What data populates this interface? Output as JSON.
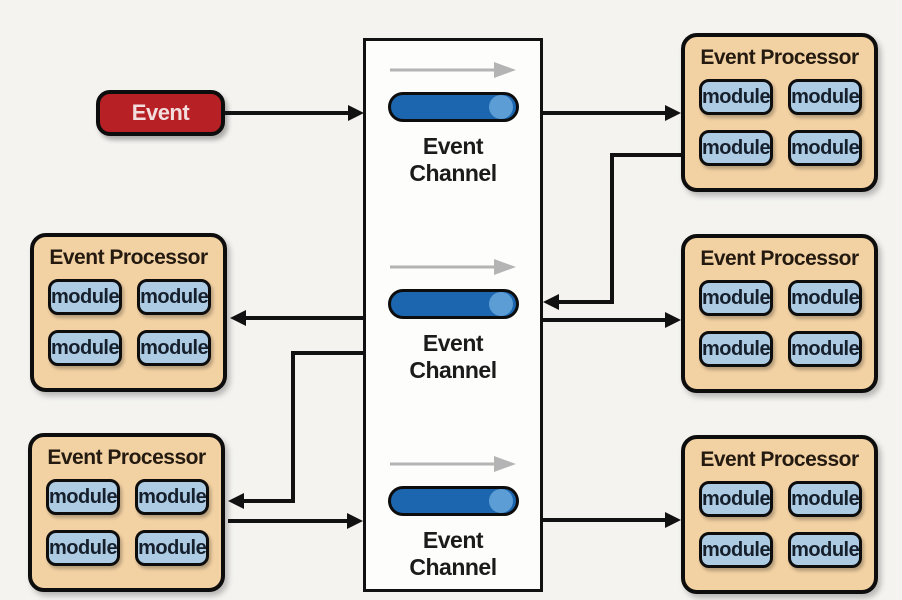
{
  "colors": {
    "background": "#f4f3f0",
    "event_red": "#b72025",
    "processor_tan": "#f2d1a3",
    "module_blue": "#aecbe4",
    "channel_pill_blue": "#1b66af",
    "channel_pill_cap_blue": "#5d9dd5",
    "connector_black": "#111111",
    "flow_arrow_gray": "#b4b4b4"
  },
  "event_box": {
    "label": "Event"
  },
  "channels": [
    {
      "line1": "Event",
      "line2": "Channel"
    },
    {
      "line1": "Event",
      "line2": "Channel"
    },
    {
      "line1": "Event",
      "line2": "Channel"
    }
  ],
  "processors": [
    {
      "position": "top-right",
      "title": "Event Processor",
      "modules": [
        "module",
        "module",
        "module",
        "module"
      ]
    },
    {
      "position": "middle-left",
      "title": "Event Processor",
      "modules": [
        "module",
        "module",
        "module",
        "module"
      ]
    },
    {
      "position": "middle-right",
      "title": "Event Processor",
      "modules": [
        "module",
        "module",
        "module",
        "module"
      ]
    },
    {
      "position": "bottom-left",
      "title": "Event Processor",
      "modules": [
        "module",
        "module",
        "module",
        "module"
      ]
    },
    {
      "position": "bottom-right",
      "title": "Event Processor",
      "modules": [
        "module",
        "module",
        "module",
        "module"
      ]
    }
  ]
}
